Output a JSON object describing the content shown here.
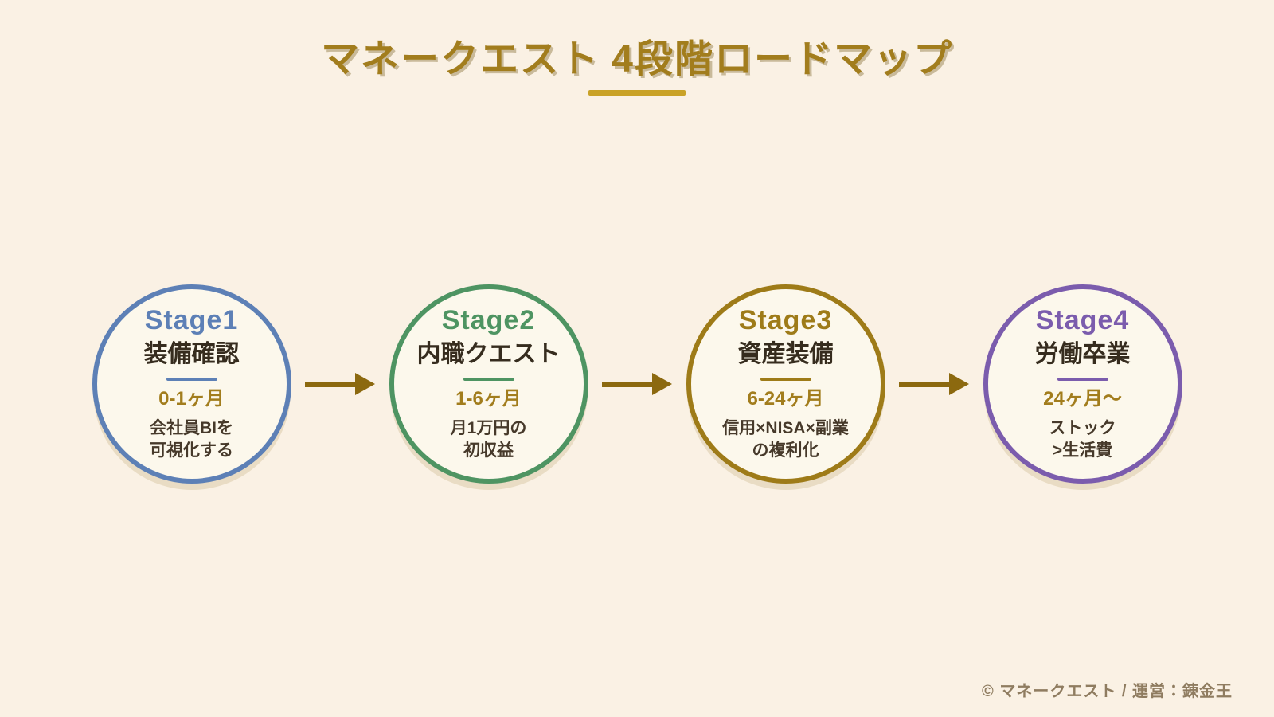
{
  "page": {
    "title": "マネークエスト 4段階ロードマップ",
    "footer": "© マネークエスト / 運営：錬金王"
  },
  "colors": {
    "background": "#faf1e4",
    "circle_fill": "#fcf8ec",
    "circle_shadow": "#e9dcc4",
    "title_gold": "#a27d1d",
    "underline_gold": "#c9a227",
    "arrow_gold": "#8c690f",
    "period_gold": "#a27d1d",
    "stage1_blue": "#5d80b6",
    "stage2_green": "#4e9462",
    "stage3_gold": "#9e7b18",
    "stage4_purple": "#7b5cad"
  },
  "stages": [
    {
      "label": "Stage1",
      "name": "装備確認",
      "period": "0-1ヶ月",
      "desc": "会社員BIを\n可視化する",
      "color": "#5d80b6"
    },
    {
      "label": "Stage2",
      "name": "内職クエスト",
      "period": "1-6ヶ月",
      "desc": "月1万円の\n初収益",
      "color": "#4e9462"
    },
    {
      "label": "Stage3",
      "name": "資産装備",
      "period": "6-24ヶ月",
      "desc": "信用×NISA×副業\nの複利化",
      "color": "#9e7b18"
    },
    {
      "label": "Stage4",
      "name": "労働卒業",
      "period": "24ヶ月〜",
      "desc": "ストック\n>生活費",
      "color": "#7b5cad"
    }
  ]
}
